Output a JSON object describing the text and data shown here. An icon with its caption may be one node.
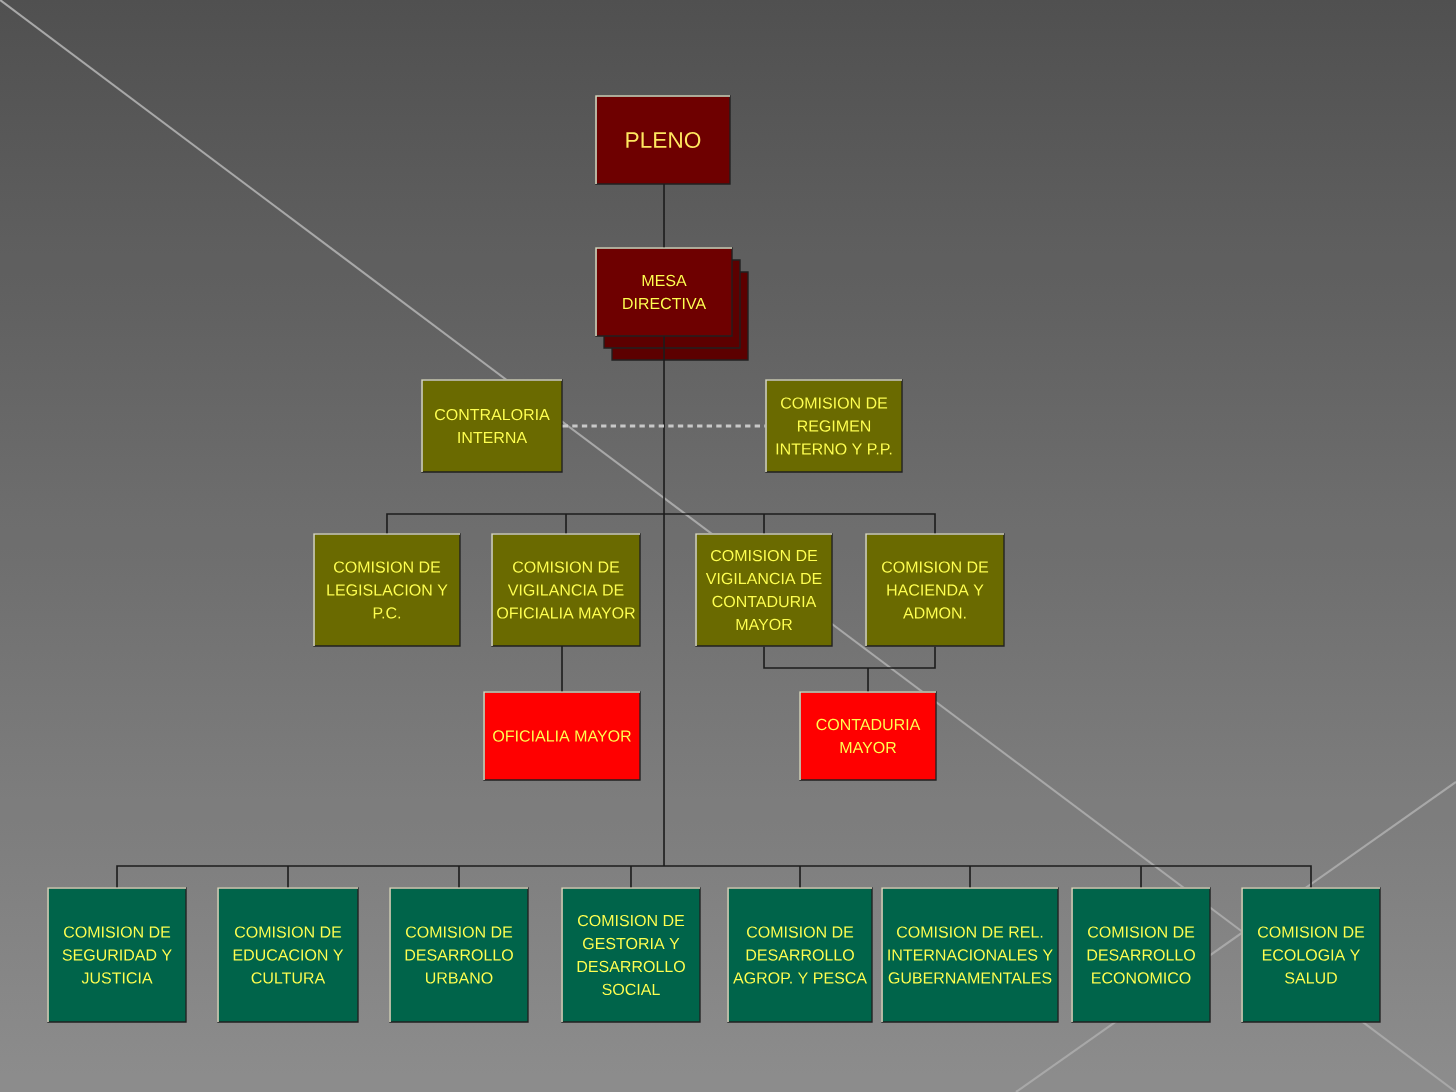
{
  "diagram": {
    "nodes": [
      {
        "text": [
          "PLENO"
        ]
      },
      {
        "text": [
          "MESA DIRECTIVA"
        ]
      },
      {
        "text": [
          "CONTRALORIA INTERNA"
        ]
      },
      {
        "text": [
          "COMISION DE REGIMEN INTERNO Y P.P."
        ]
      },
      {
        "text": [
          "COMISION DE LEGISLACION Y P.C."
        ]
      },
      {
        "text": [
          "COMISION DE VIGILANCIA DE OFICIALIA MAYOR"
        ]
      },
      {
        "text": [
          "COMISION DE VIGILANCIA DE CONTADURIA MAYOR"
        ]
      },
      {
        "text": [
          "COMISION DE HACIENDA Y ADMON."
        ]
      },
      {
        "text": [
          "OFICIALIA MAYOR"
        ]
      },
      {
        "text": [
          "CONTADURIA MAYOR"
        ]
      },
      {
        "text": [
          "COMISION DE SEGURIDAD Y JUSTICIA"
        ]
      },
      {
        "text": [
          "COMISION DE EDUCACION Y CULTURA"
        ]
      },
      {
        "text": [
          "COMISION DE DESARROLLO URBANO"
        ]
      },
      {
        "text": [
          "COMISION DE GESTORIA Y DESARROLLO SOCIAL"
        ]
      },
      {
        "text": [
          "COMISION DE DESARROLLO AGROP. Y PESCA"
        ]
      },
      {
        "text": [
          "COMISION DE REL. INTERNACIONALES Y GUBERNAMENTALES"
        ]
      },
      {
        "text": [
          "COMISION DE DESARROLLO ECONOMICO"
        ]
      },
      {
        "text": [
          "COMISION DE ECOLOGIA Y SALUD"
        ]
      }
    ],
    "edges": [
      {
        "from": 0,
        "to": 1,
        "arrow": "none"
      },
      {
        "from": 1,
        "to": 4,
        "arrow": "none"
      },
      {
        "from": 1,
        "to": 5,
        "arrow": "none"
      },
      {
        "from": 1,
        "to": 6,
        "arrow": "none"
      },
      {
        "from": 1,
        "to": 7,
        "arrow": "none"
      },
      {
        "from": 2,
        "to": 3,
        "arrow": "none",
        "style": "dashed",
        "color": "#c8c8c8"
      },
      {
        "from": 5,
        "to": 8,
        "arrow": "none"
      },
      {
        "from": 6,
        "to": 9,
        "arrow": "none"
      },
      {
        "from": 7,
        "to": 9,
        "arrow": "none"
      },
      {
        "from": 1,
        "to": 10,
        "arrow": "none"
      },
      {
        "from": 1,
        "to": 11,
        "arrow": "none"
      },
      {
        "from": 1,
        "to": 12,
        "arrow": "none"
      },
      {
        "from": 1,
        "to": 13,
        "arrow": "none"
      },
      {
        "from": 1,
        "to": 14,
        "arrow": "none"
      },
      {
        "from": 1,
        "to": 15,
        "arrow": "none"
      },
      {
        "from": 1,
        "to": 16,
        "arrow": "none"
      },
      {
        "from": 1,
        "to": 17,
        "arrow": "none"
      }
    ]
  }
}
